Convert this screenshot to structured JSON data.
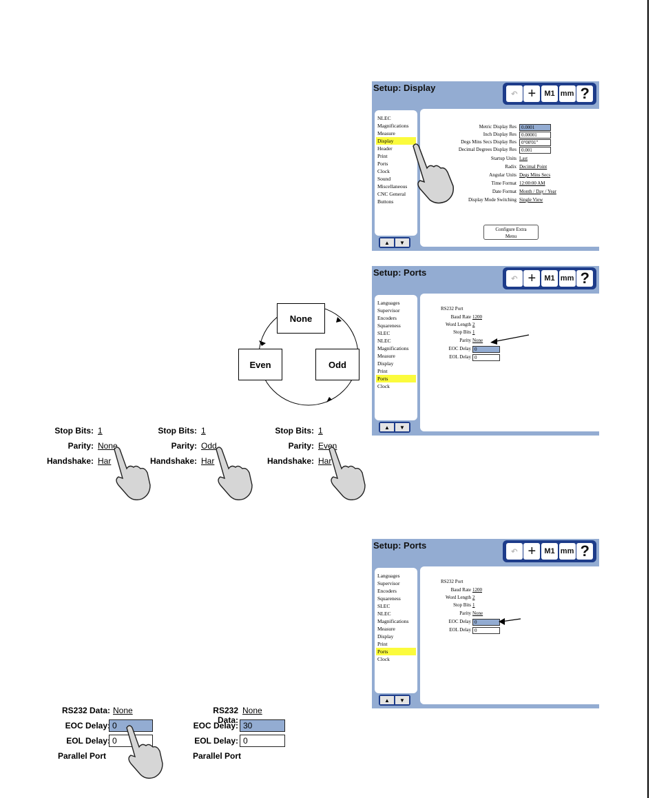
{
  "screens": {
    "display": {
      "title": "Setup: Display",
      "toolbar": {
        "m1": "M1",
        "mm": "mm",
        "help": "?"
      },
      "menu": [
        "NLEC",
        "Magnifications",
        "Measure",
        "Display",
        "Header",
        "Print",
        "Ports",
        "Clock",
        "Sound",
        "Miscellaneous",
        "CNC General",
        "Buttons"
      ],
      "selected": "Display",
      "fields": {
        "metric_label": "Metric Display Res",
        "metric_value": "0.0001",
        "inch_label": "Inch Display Res",
        "inch_value": "0.00001",
        "dms_label": "Degs Mins Secs Display Res",
        "dms_value": "0°00'01\"",
        "dd_label": "Decimal Degrees Display Res",
        "dd_value": "0.001",
        "startup_label": "Startup Units",
        "startup_value": "Last",
        "radix_label": "Radix",
        "radix_value": "Decimal Point",
        "angular_label": "Angular Units",
        "angular_value": "Degs Mins Secs",
        "time_label": "Time Format",
        "time_value": "12:00:00 AM",
        "date_label": "Date Format",
        "date_value": "Month / Day / Year",
        "mode_label": "Display Mode Switching",
        "mode_value": "Single View"
      },
      "configure_line1": "Configure Extra",
      "configure_line2": "Menu"
    },
    "ports": {
      "title": "Setup: Ports",
      "toolbar": {
        "m1": "M1",
        "mm": "mm",
        "help": "?"
      },
      "menu": [
        "Languages",
        "Supervisor",
        "Encoders",
        "Squareness",
        "SLEC",
        "NLEC",
        "Magnifications",
        "Measure",
        "Display",
        "Print",
        "Ports",
        "Clock"
      ],
      "selected": "Ports",
      "fields": {
        "rs232_label": "RS232 Port",
        "baud_label": "Baud Rate",
        "baud_value": "1200",
        "word_label": "Word Length",
        "word_value": "2",
        "stop_label": "Stop Bits",
        "stop_value": "1",
        "parity_label": "Parity",
        "parity_value": "None",
        "eoc_label": "EOC Delay",
        "eoc_value": "0",
        "eol_label": "EOL Delay",
        "eol_value": "0"
      }
    }
  },
  "cycle": {
    "none": "None",
    "odd": "Odd",
    "even": "Even"
  },
  "parity_examples": {
    "stop_label": "Stop Bits:",
    "stop_value": "1",
    "parity_label": "Parity:",
    "handshake_label": "Handshake:",
    "handshake_value": "Har",
    "values": [
      "None",
      "Odd",
      "Even"
    ]
  },
  "delay_examples": {
    "rs232_label": "RS232 Data:",
    "rs232_value": "None",
    "eoc_label": "EOC Delay:",
    "eol_label": "EOL Delay:",
    "parallel_label": "Parallel Port",
    "left": {
      "eoc_value": "0",
      "eol_value": "0"
    },
    "right": {
      "eoc_value": "30",
      "eol_value": "0"
    }
  }
}
